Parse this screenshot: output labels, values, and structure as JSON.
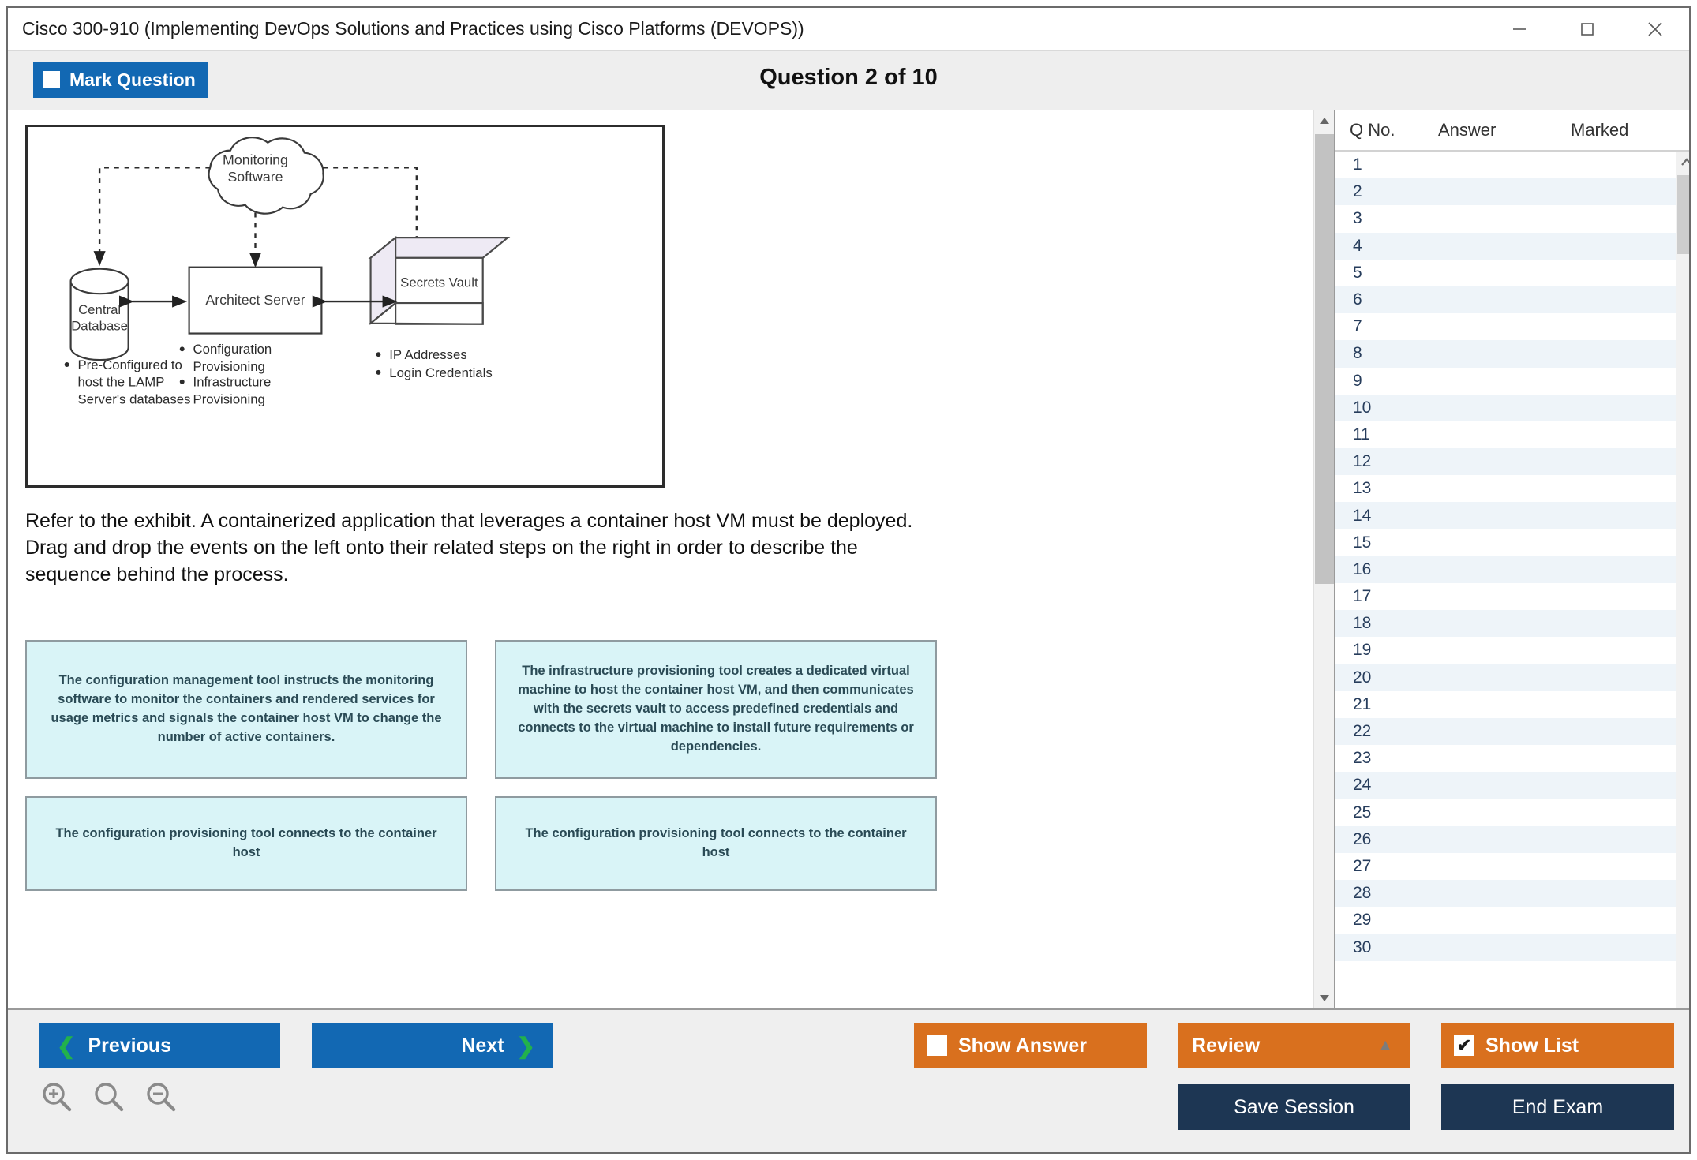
{
  "window": {
    "title": "Cisco 300-910 (Implementing DevOps Solutions and Practices using Cisco Platforms (DEVOPS))",
    "controls": [
      {
        "name": "minimize-button",
        "glyph": "minimize-icon"
      },
      {
        "name": "maximize-button",
        "glyph": "maximize-icon"
      },
      {
        "name": "close-button",
        "glyph": "close-icon"
      }
    ]
  },
  "header": {
    "mark_question_label": "Mark Question",
    "mark_question_checked": false,
    "question_counter": "Question 2 of 10"
  },
  "exhibit": {
    "cloud_label_line1": "Monitoring",
    "cloud_label_line2": "Software",
    "database_label_line1": "Central",
    "database_label_line2": "Database",
    "server_label": "Architect Server",
    "vault_label": "Secrets Vault",
    "database_bullets": [
      "Pre-Configured to",
      "host the LAMP",
      "Server's databases"
    ],
    "server_bullets": [
      {
        "lines": [
          "Configuration",
          "Provisioning"
        ]
      },
      {
        "lines": [
          "Infrastructure",
          "Provisioning"
        ]
      }
    ],
    "vault_bullets": [
      "IP Addresses",
      "Login Credentials"
    ]
  },
  "question": {
    "text": "Refer to the exhibit. A containerized application that leverages a container host VM must be deployed. Drag and drop the events on the left onto their related steps on the right in order to describe the sequence behind the process."
  },
  "dnd_cards": [
    {
      "id": "card-1",
      "text": "The configuration management tool instructs the monitoring software to monitor the containers and rendered services for usage metrics and signals the container host VM to change the number of active containers."
    },
    {
      "id": "card-2",
      "text": "The infrastructure provisioning tool creates a dedicated virtual machine to host the container host VM, and then communicates with the secrets vault to access predefined credentials and connects to the virtual machine to install future requirements or dependencies."
    },
    {
      "id": "card-3",
      "text": "The configuration provisioning tool connects to the container host"
    },
    {
      "id": "card-4",
      "text": "The configuration provisioning tool connects to the container host"
    }
  ],
  "list_panel": {
    "columns": [
      "Q No.",
      "Answer",
      "Marked"
    ],
    "rows": [
      {
        "qno": "1",
        "answer": "",
        "marked": ""
      },
      {
        "qno": "2",
        "answer": "",
        "marked": ""
      },
      {
        "qno": "3",
        "answer": "",
        "marked": ""
      },
      {
        "qno": "4",
        "answer": "",
        "marked": ""
      },
      {
        "qno": "5",
        "answer": "",
        "marked": ""
      },
      {
        "qno": "6",
        "answer": "",
        "marked": ""
      },
      {
        "qno": "7",
        "answer": "",
        "marked": ""
      },
      {
        "qno": "8",
        "answer": "",
        "marked": ""
      },
      {
        "qno": "9",
        "answer": "",
        "marked": ""
      },
      {
        "qno": "10",
        "answer": "",
        "marked": ""
      },
      {
        "qno": "11",
        "answer": "",
        "marked": ""
      },
      {
        "qno": "12",
        "answer": "",
        "marked": ""
      },
      {
        "qno": "13",
        "answer": "",
        "marked": ""
      },
      {
        "qno": "14",
        "answer": "",
        "marked": ""
      },
      {
        "qno": "15",
        "answer": "",
        "marked": ""
      },
      {
        "qno": "16",
        "answer": "",
        "marked": ""
      },
      {
        "qno": "17",
        "answer": "",
        "marked": ""
      },
      {
        "qno": "18",
        "answer": "",
        "marked": ""
      },
      {
        "qno": "19",
        "answer": "",
        "marked": ""
      },
      {
        "qno": "20",
        "answer": "",
        "marked": ""
      },
      {
        "qno": "21",
        "answer": "",
        "marked": ""
      },
      {
        "qno": "22",
        "answer": "",
        "marked": ""
      },
      {
        "qno": "23",
        "answer": "",
        "marked": ""
      },
      {
        "qno": "24",
        "answer": "",
        "marked": ""
      },
      {
        "qno": "25",
        "answer": "",
        "marked": ""
      },
      {
        "qno": "26",
        "answer": "",
        "marked": ""
      },
      {
        "qno": "27",
        "answer": "",
        "marked": ""
      },
      {
        "qno": "28",
        "answer": "",
        "marked": ""
      },
      {
        "qno": "29",
        "answer": "",
        "marked": ""
      },
      {
        "qno": "30",
        "answer": "",
        "marked": ""
      }
    ]
  },
  "footer": {
    "previous_label": "Previous",
    "next_label": "Next",
    "show_answer_label": "Show Answer",
    "show_answer_checked": false,
    "review_label": "Review",
    "show_list_label": "Show List",
    "show_list_checked": true,
    "show_list_check_glyph": "✔",
    "save_session_label": "Save Session",
    "end_exam_label": "End Exam",
    "zoom_tools": [
      {
        "name": "zoom-in-icon"
      },
      {
        "name": "zoom-reset-icon"
      },
      {
        "name": "zoom-out-icon"
      }
    ]
  },
  "colors": {
    "primary_blue": "#1268b3",
    "accent_orange": "#d9701e",
    "dark_navy": "#1d3653",
    "chevron_green": "#22b14c",
    "card_cyan": "#d9f4f7"
  }
}
